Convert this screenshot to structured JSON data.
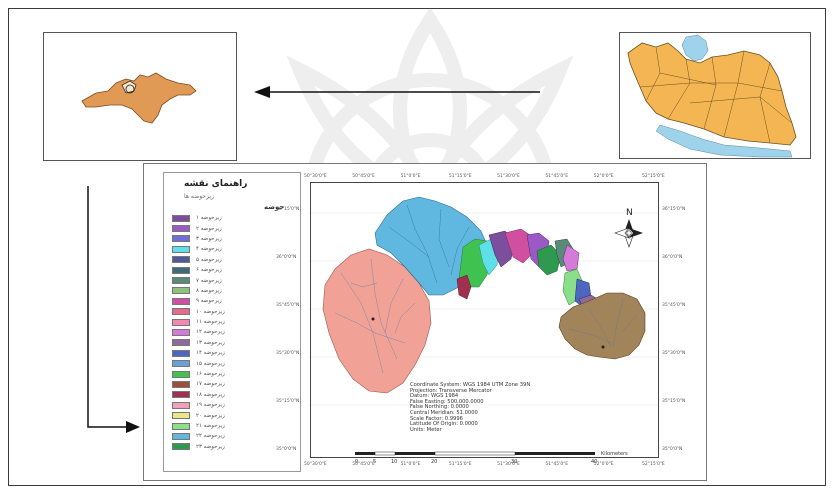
{
  "colors": {
    "province_fill": "#e19a55",
    "iran_fill": "#f3b653",
    "sea_fill": "#9fd3ec",
    "basin_west": "#f2a196",
    "basin_north": "#60b7e0",
    "basin_east": "#a2845a"
  },
  "legend": {
    "title": "راهنمای نقشه",
    "subtitle": "زیرحوضه ها",
    "header": "حوضه",
    "items": [
      {
        "label": "زیرحوضه ۱",
        "color": "#7b4f9e"
      },
      {
        "label": "زیرحوضه ۲",
        "color": "#9b59c6"
      },
      {
        "label": "زیرحوضه ۳",
        "color": "#6f6fd8"
      },
      {
        "label": "زیرحوضه ۴",
        "color": "#5fe0e8"
      },
      {
        "label": "زیرحوضه ۵",
        "color": "#4f5a9a"
      },
      {
        "label": "زیرحوضه ۶",
        "color": "#3f6b78"
      },
      {
        "label": "زیرحوضه ۷",
        "color": "#5a8a7a"
      },
      {
        "label": "زیرحوضه ۸",
        "color": "#8ec27a"
      },
      {
        "label": "زیرحوضه ۹",
        "color": "#d04fa0"
      },
      {
        "label": "زیرحوضه ۱۰",
        "color": "#e86a8a"
      },
      {
        "label": "زیرحوضه ۱۱",
        "color": "#f28ab0"
      },
      {
        "label": "زیرحوضه ۱۲",
        "color": "#d47ad8"
      },
      {
        "label": "زیرحوضه ۱۳",
        "color": "#8e6a9a"
      },
      {
        "label": "زیرحوضه ۱۴",
        "color": "#4d67c0"
      },
      {
        "label": "زیرحوضه ۱۵",
        "color": "#6aa0d8"
      },
      {
        "label": "زیرحوضه ۱۶",
        "color": "#3fc24f"
      },
      {
        "label": "زیرحوضه ۱۷",
        "color": "#9a4f3f"
      },
      {
        "label": "زیرحوضه ۱۸",
        "color": "#a0304f"
      },
      {
        "label": "زیرحوضه ۱۹",
        "color": "#f2a0b8"
      },
      {
        "label": "زیرحوضه ۲۰",
        "color": "#e8e88a"
      },
      {
        "label": "زیرحوضه ۲۱",
        "color": "#8adf8a"
      },
      {
        "label": "زیرحوضه ۲۲",
        "color": "#60b7e0"
      },
      {
        "label": "زیرحوضه ۲۳",
        "color": "#2f9a4f"
      }
    ]
  },
  "map": {
    "top_ticks": [
      "50°30'0\"E",
      "50°45'0\"E",
      "51°0'0\"E",
      "51°15'0\"E",
      "51°30'0\"E",
      "51°45'0\"E",
      "52°0'0\"E",
      "52°15'0\"E"
    ],
    "bottom_ticks": [
      "50°30'0\"E",
      "50°45'0\"E",
      "51°0'0\"E",
      "51°15'0\"E",
      "51°30'0\"E",
      "51°45'0\"E",
      "52°0'0\"E",
      "52°15'0\"E"
    ],
    "left_ticks": [
      "36°15'0\"N",
      "36°0'0\"N",
      "35°45'0\"N",
      "35°30'0\"N",
      "35°15'0\"N",
      "35°0'0\"N"
    ],
    "right_ticks": [
      "36°15'0\"N",
      "36°0'0\"N",
      "35°45'0\"N",
      "35°30'0\"N",
      "35°15'0\"N",
      "35°0'0\"N"
    ],
    "north_label": "N",
    "info": [
      "Coordinate System: WGS 1984 UTM Zone 39N",
      "Projection: Transverse Mercator",
      "Datum: WGS 1984",
      "False Easting: 500,000.0000",
      "False Northing: 0.0000",
      "Central Meridian: 51.0000",
      "Scale Factor: 0.9996",
      "Latitude Of Origin: 0.0000",
      "Units: Meter"
    ],
    "scale": {
      "labels": [
        "0",
        "5",
        "10",
        "20",
        "30",
        "40"
      ],
      "unit": "Kilometers"
    }
  }
}
